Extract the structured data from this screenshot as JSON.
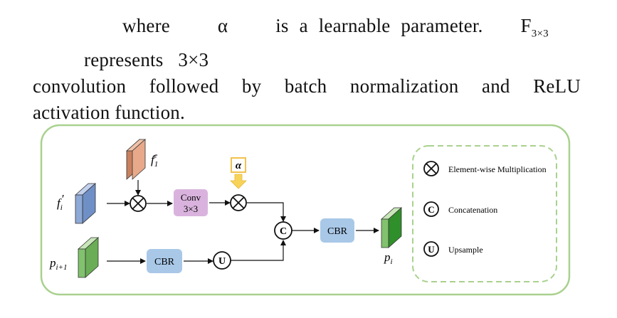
{
  "paragraph": {
    "where": "where",
    "alpha": "α",
    "mid": "is a learnable parameter.",
    "F": "F",
    "F_sub": "3×3",
    "represents": "represents 3×3",
    "line2_words": [
      "convolution",
      "followed",
      "by",
      "batch",
      "normalization",
      "and",
      "ReLU"
    ],
    "line3": "activation function."
  },
  "diagram": {
    "input_fe": "f",
    "input_fe_sub": "1",
    "input_fe_sup": "e",
    "input_fi": "f",
    "input_fi_sub": "i",
    "input_fi_prime": "′",
    "input_p": "p",
    "input_p_sub": "i+1",
    "output_p": "p",
    "output_p_sub": "i",
    "conv_line1": "Conv",
    "conv_line2": "3×3",
    "alpha": "α",
    "cbr_top": "CBR",
    "cbr_bottom": "CBR",
    "concat_symbol": "C",
    "upsample_symbol": "U",
    "legend": [
      {
        "symbol": "⊗",
        "label": "Element-wise Multiplication"
      },
      {
        "symbol": "C",
        "label": "Concatenation"
      },
      {
        "symbol": "U",
        "label": "Upsample"
      }
    ]
  },
  "colors": {
    "frame_border": "#a9d18e",
    "block_orange": "#e8a98a",
    "block_blue": "#8fa9d6",
    "block_green": "#82c26e",
    "conv_fill": "#d9b3dd",
    "cbr_fill": "#a9c8e8",
    "alpha_box": "#f2c14e",
    "arrow_yellow": "#f7d35a"
  }
}
